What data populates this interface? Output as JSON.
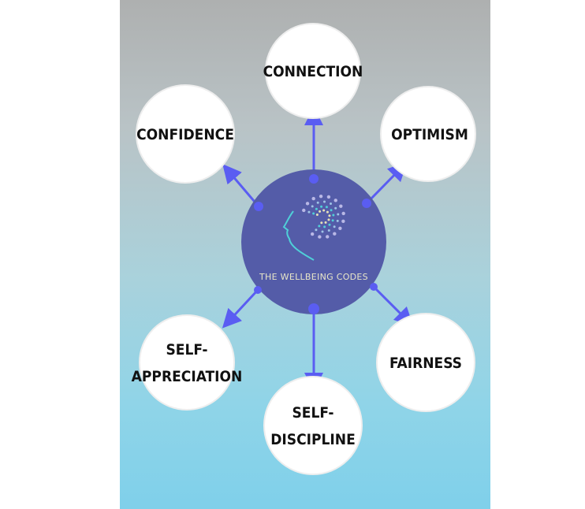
{
  "title": "THE WELLBEING CODES",
  "codes": [
    {
      "id": "connection",
      "lines": [
        "CONNECTION"
      ]
    },
    {
      "id": "confidence",
      "lines": [
        "CONFIDENCE"
      ]
    },
    {
      "id": "optimism",
      "lines": [
        "OPTIMISM"
      ]
    },
    {
      "id": "self-appreciation",
      "lines": [
        "SELF-",
        "APPRECIATION"
      ]
    },
    {
      "id": "fairness",
      "lines": [
        "FAIRNESS"
      ]
    },
    {
      "id": "self-discipline",
      "lines": [
        "SELF-",
        "DISCIPLINE"
      ]
    }
  ],
  "colors": {
    "hub": "#545ca8",
    "arrow": "#5a5df2",
    "node": "#ffffff"
  }
}
